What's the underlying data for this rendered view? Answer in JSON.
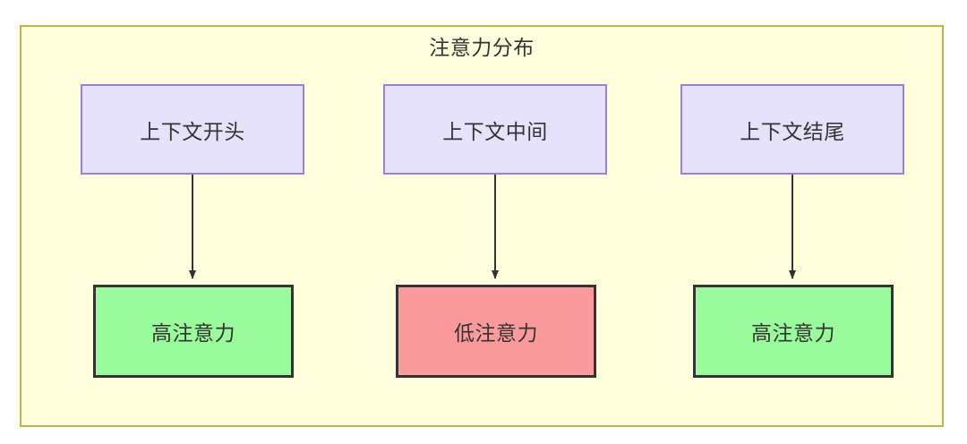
{
  "diagram": {
    "title": "注意力分布",
    "type": "flowchart",
    "container": {
      "background_color": "#ffffde",
      "border_color": "#bdb642"
    },
    "nodes": [
      {
        "id": "ctx-start",
        "label": "上下文开头",
        "group": "context",
        "column": 1,
        "fill_color": "#e6e2fb",
        "border_color": "#9f7ed8"
      },
      {
        "id": "ctx-middle",
        "label": "上下文中间",
        "group": "context",
        "column": 2,
        "fill_color": "#e6e2fb",
        "border_color": "#9f7ed8"
      },
      {
        "id": "ctx-end",
        "label": "上下文结尾",
        "group": "context",
        "column": 3,
        "fill_color": "#e6e2fb",
        "border_color": "#9f7ed8"
      },
      {
        "id": "attn-high-start",
        "label": "高注意力",
        "group": "attention",
        "column": 1,
        "fill_color": "#99fb9c",
        "border_color": "#333333"
      },
      {
        "id": "attn-low-middle",
        "label": "低注意力",
        "group": "attention",
        "column": 2,
        "fill_color": "#fb9a9d",
        "border_color": "#333333"
      },
      {
        "id": "attn-high-end",
        "label": "高注意力",
        "group": "attention",
        "column": 3,
        "fill_color": "#99fb9c",
        "border_color": "#333333"
      }
    ],
    "edges": [
      {
        "id": "edge-1",
        "from": "ctx-start",
        "to": "attn-high-start",
        "label": "",
        "arrow": "filled-triangle"
      },
      {
        "id": "edge-2",
        "from": "ctx-middle",
        "to": "attn-low-middle",
        "label": "",
        "arrow": "filled-triangle"
      },
      {
        "id": "edge-3",
        "from": "ctx-end",
        "to": "attn-high-end",
        "label": "",
        "arrow": "filled-triangle"
      }
    ],
    "text_color": "#333333"
  }
}
